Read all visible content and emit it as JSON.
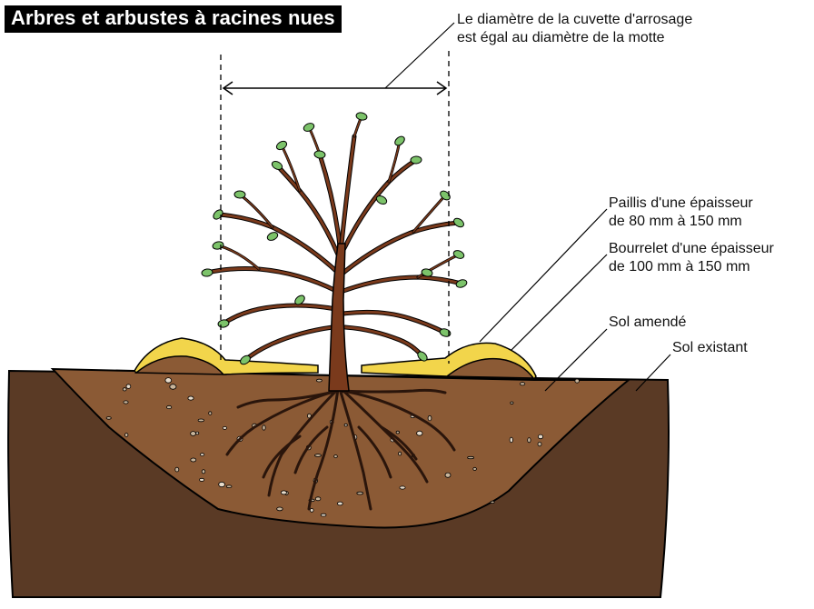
{
  "title": "Arbres et arbustes à racines nues",
  "labels": {
    "diameter": {
      "line1": "Le diamètre de la cuvette d'arrosage",
      "line2": "est égal au diamètre de la motte"
    },
    "mulch": {
      "line1": "Paillis d'une épaisseur",
      "line2": "de 80 mm à 150 mm"
    },
    "berm": {
      "line1": "Bourrelet d'une épaisseur",
      "line2": "de 100 mm à 150 mm"
    },
    "amended_soil": "Sol amendé",
    "existing_soil": "Sol existant"
  },
  "colors": {
    "existing_soil": "#5a3a25",
    "amended_soil": "#8b5a35",
    "mulch": "#f2d54b",
    "trunk": "#7a3a1c",
    "leaf": "#7cc36a",
    "root": "#2a150b"
  }
}
